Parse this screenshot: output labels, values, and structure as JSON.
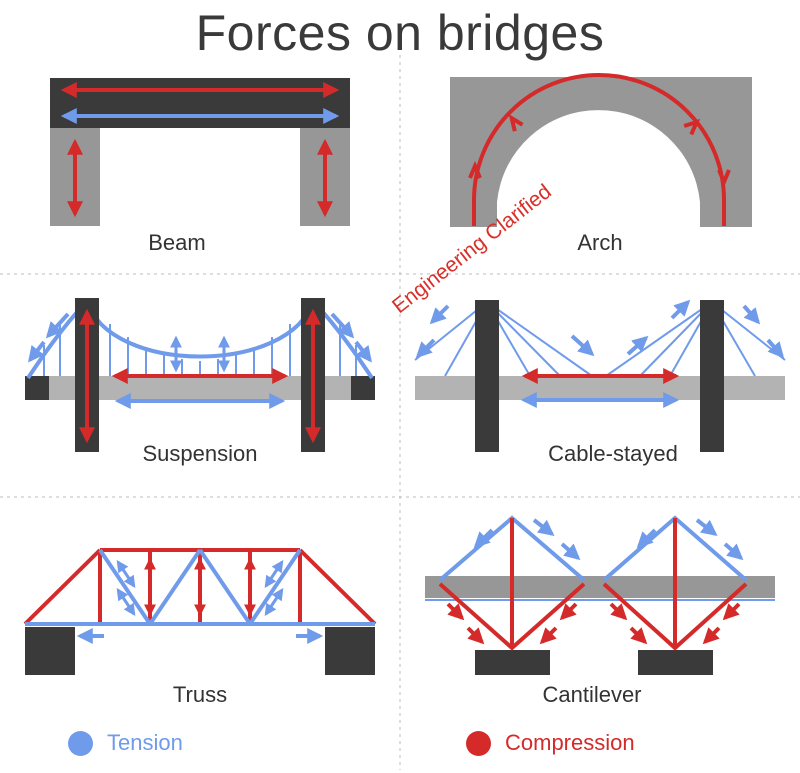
{
  "title": "Forces on bridges",
  "panels": {
    "beam": "Beam",
    "arch": "Arch",
    "suspension": "Suspension",
    "cable_stayed": "Cable-stayed",
    "truss": "Truss",
    "cantilever": "Cantilever"
  },
  "legend": {
    "tension": {
      "label": "Tension",
      "color": "#6f9bea"
    },
    "compression": {
      "label": "Compression",
      "color": "#d42a2a"
    }
  },
  "watermark": "Engineering Clarified"
}
